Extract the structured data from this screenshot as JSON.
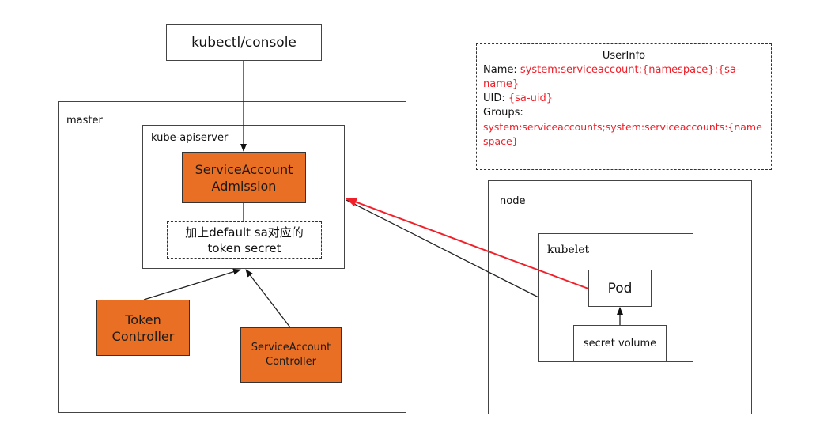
{
  "diagram": {
    "kubectl": {
      "label": "kubectl/console"
    },
    "master": {
      "label": "master",
      "apiserver": {
        "label": "kube-apiserver",
        "admission": {
          "line1": "ServiceAccount",
          "line2": "Admission"
        },
        "token_secret_note": {
          "line1": "加上default sa对应的",
          "line2": "token secret"
        }
      },
      "token_controller": {
        "line1": "Token",
        "line2": "Controller"
      },
      "sa_controller": {
        "line1": "ServiceAccount",
        "line2": "Controller"
      }
    },
    "userinfo": {
      "title": "UserInfo",
      "name_key": "Name:",
      "name_value": "system:serviceaccount:{namespace}:{sa-name}",
      "uid_key": "UID:",
      "uid_value": "{sa-uid}",
      "groups_key": "Groups:",
      "groups_value_line1": "system:serviceaccounts;system:serviceaccounts:{name",
      "groups_value_line2": "space}"
    },
    "node": {
      "label": "node",
      "kubelet": {
        "label": "kubelet",
        "pod": {
          "label": "Pod"
        },
        "secret_volume": {
          "label": "secret volume"
        }
      }
    },
    "colors": {
      "component_fill": "#e96f24",
      "highlight_red": "#f0202a",
      "line": "#333333"
    }
  }
}
